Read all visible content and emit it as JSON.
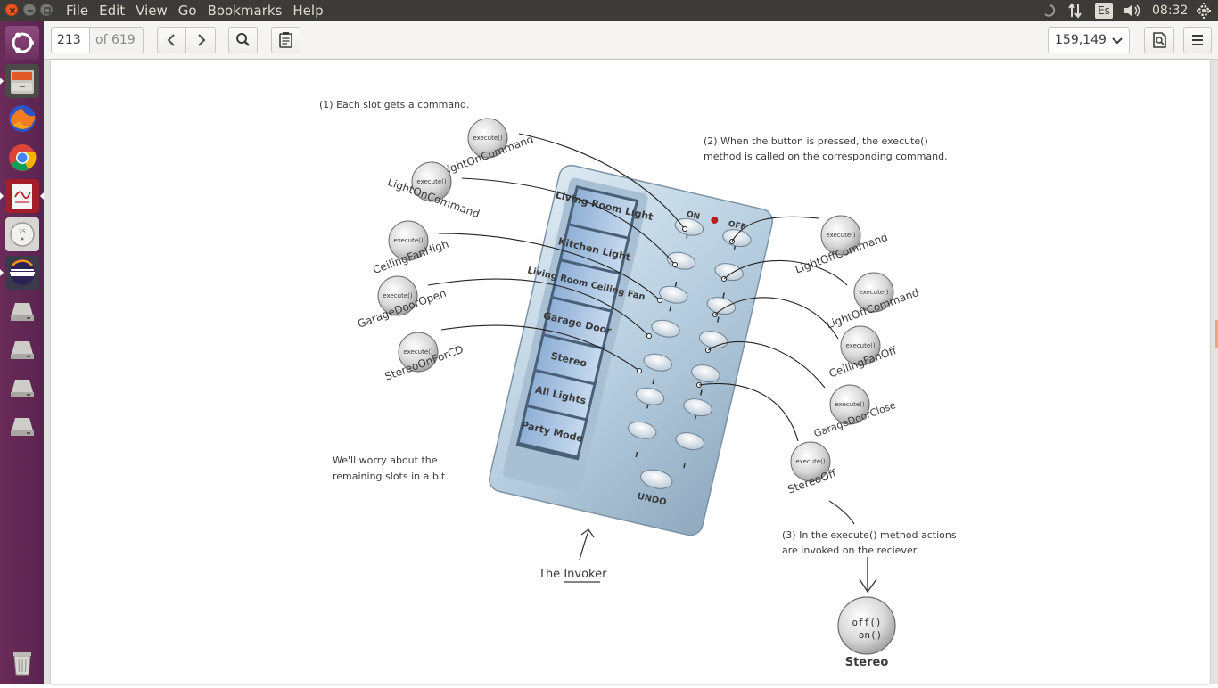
{
  "topbar": {
    "menus": [
      "File",
      "Edit",
      "View",
      "Go",
      "Bookmarks",
      "Help"
    ],
    "keyboard_layout": "Es",
    "time": "08:32",
    "icons": [
      "spinner-icon",
      "network-transfer-icon",
      "keyboard-icon",
      "volume-icon",
      "settings-gear-icon"
    ]
  },
  "launcher": {
    "items": [
      "ubuntu-dash",
      "file-manager",
      "firefox",
      "chrome",
      "document-viewer",
      "disk-usage",
      "eclipse",
      "drive-1",
      "drive-2",
      "drive-3",
      "drive-4",
      "trash"
    ]
  },
  "toolbar": {
    "page_number": "213",
    "page_total": "of 619",
    "zoom_value": "159,149",
    "icons": [
      "chevron-left-icon",
      "chevron-right-icon",
      "search-icon",
      "clipboard-icon",
      "annotation-icon",
      "hamburger-menu-icon"
    ]
  },
  "diagram": {
    "note1": "(1) Each slot gets a command.",
    "note2_line1": "(2) When the button is pressed, the execute()",
    "note2_line2": "method is called on the corresponding command.",
    "note3_line1": "(3) In the execute() method actions",
    "note3_line2": "are invoked on the reciever.",
    "note4_line1": "We'll worry about the",
    "note4_line2": "remaining slots in a bit.",
    "invoker_prefix": "The ",
    "invoker_word": "Invoker",
    "execute_label": "execute()",
    "on_label": "ON",
    "off_label": "OFF",
    "undo_label": "UNDO",
    "slots": [
      "Living Room Light",
      "Kitchen Light",
      "Living Room Ceiling Fan",
      "Garage Door",
      "Stereo",
      "All Lights",
      "Party Mode"
    ],
    "left_commands": [
      "LightOnCommand",
      "LightOnCommand",
      "CeilingFanHigh",
      "GarageDoorOpen",
      "StereoOnForCD"
    ],
    "right_commands": [
      "LightOffCommand",
      "LightOffCommand",
      "CeilingFanOff",
      "GarageDoorClose",
      "StereoOff"
    ],
    "receiver_methods": [
      "off()",
      "on()"
    ],
    "receiver_name": "Stereo"
  }
}
